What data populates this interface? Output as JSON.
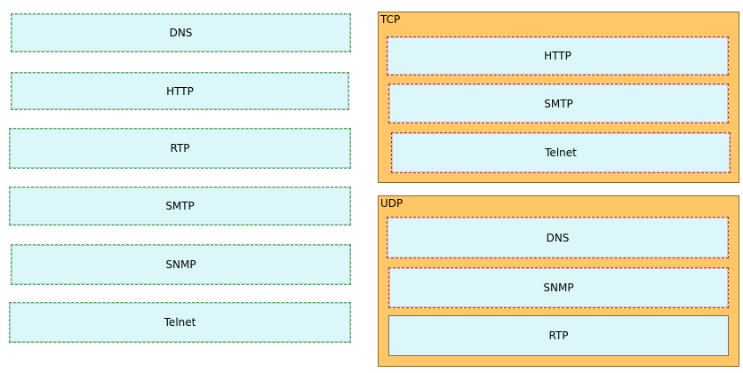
{
  "source_items": [
    {
      "label": "DNS"
    },
    {
      "label": "HTTP"
    },
    {
      "label": "RTP"
    },
    {
      "label": "SMTP"
    },
    {
      "label": "SNMP"
    },
    {
      "label": "Telnet"
    }
  ],
  "targets": {
    "tcp": {
      "title": "TCP",
      "items": [
        {
          "label": "HTTP"
        },
        {
          "label": "SMTP"
        },
        {
          "label": "Telnet"
        }
      ]
    },
    "udp": {
      "title": "UDP",
      "items": [
        {
          "label": "DNS"
        },
        {
          "label": "SNMP"
        },
        {
          "label": "RTP"
        }
      ]
    }
  },
  "colors": {
    "source_border": "#4e9a4e",
    "answer_border": "#d21f1f",
    "target_background": "#ffc766",
    "item_background": "#dcf7fa"
  }
}
